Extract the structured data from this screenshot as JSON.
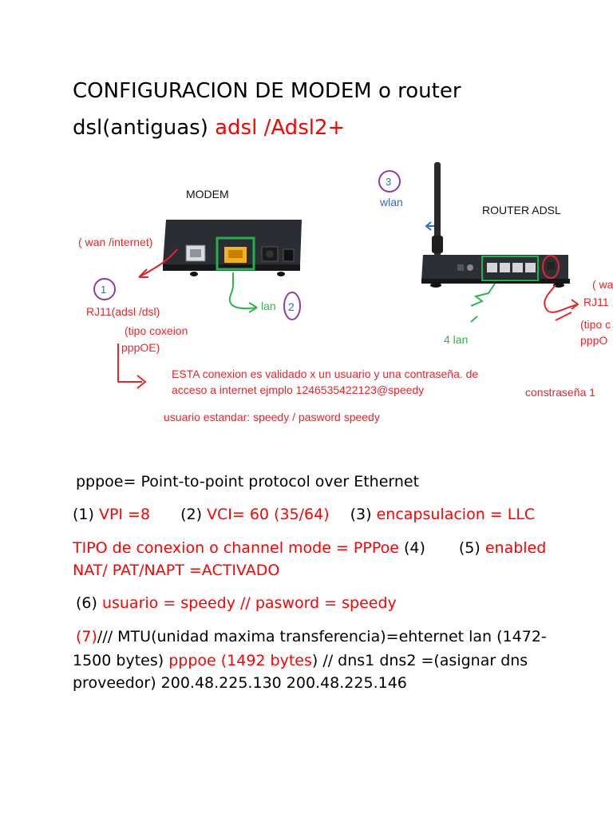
{
  "title": {
    "line1": "CONFIGURACION DE MODEM   o  router",
    "line2_black": "dsl(antiguas) ",
    "line2_red": "adsl /Adsl2+"
  },
  "diagram": {
    "modem_heading": "MODEM",
    "router_heading": "ROUTER  ADSL",
    "wan_label": "( wan /internet)",
    "rj11_label": "RJ11(adsl   /dsl)",
    "tipo_label_line1": "(tipo coxeion",
    "tipo_label_line2": "pppOE)",
    "lan_label": "lan",
    "badge1": "1",
    "badge2": "2",
    "badge3": "3",
    "wlan_label": "wlan",
    "lan4_label": "4 lan",
    "router_wan_partial": "( wa",
    "router_rj11_partial": "RJ11",
    "router_tipo_partial": "(tipo c",
    "router_pppo_partial": "pppO",
    "note_line1": "ESTA  conexion es  validado x un  usuario   y una contraseña. de",
    "note_line2": "acceso  a  internet  ejmplo     1246535422123@speedy",
    "note_constrasena": "constraseña  1",
    "note_line3": "usuario  estandar:   speedy      /  pasword  speedy"
  },
  "content": {
    "pppoe_def": "pppoe= Point-to-point protocol over Ethernet",
    "p1_num": "(1) ",
    "p1_val": "VPI =8",
    "p2_num": "(2) ",
    "p2_val": "VCI= 60 (35/64)",
    "p3_num": "(3) ",
    "p3_val": "encapsulacion = LLC",
    "tipo_red": "TIPO de conexion  o channel  mode = PPPoe",
    "tipo_num4": " (4)",
    "p5_num": "(5)  ",
    "p5_val": "enabled",
    "nat_red": "NAT/ PAT/NAPT =ACTIVADO",
    "p6_num": "(6) ",
    "p6_val": "usuario =  speedy    //  pasword  = speedy",
    "p7_num": "(7)",
    "p7_rest": "/// MTU(unidad   maxima transferencia)=ehternet lan (1472-",
    "mtu_line2_black": "1500 bytes)    ",
    "mtu_line2_red": "pppoe (1492 bytes",
    "mtu_line2_black2": ")   // dns1  dns2 =(asignar  dns",
    "mtu_line3": "proveedor)  200.48.225.130   200.48.225.146"
  }
}
